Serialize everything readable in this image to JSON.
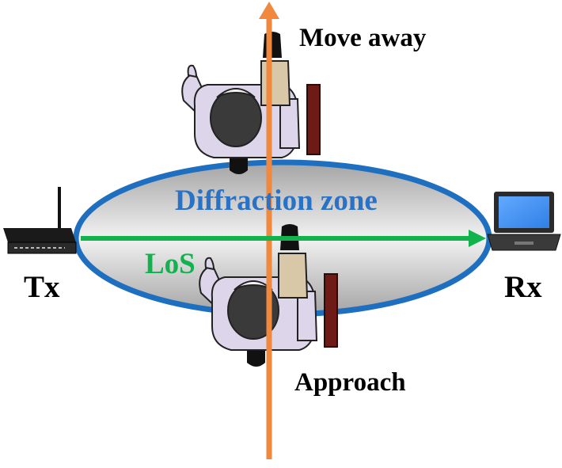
{
  "labels": {
    "move_away": "Move away",
    "approach": "Approach",
    "diffraction_zone": "Diffraction zone",
    "los": "LoS",
    "tx": "Tx",
    "rx": "Rx"
  },
  "colors": {
    "zone_border": "#1f6fc0",
    "zone_text": "#2a72c6",
    "los_line": "#12b24f",
    "path_arrow": "#f0883e",
    "body_fill": "#ddd6ea",
    "wall": "#6e1b17",
    "laptop_screen": "#3c8ef2"
  },
  "icons": [
    "router-icon",
    "laptop-icon",
    "person-top-view-icon",
    "wall-panel-icon"
  ]
}
